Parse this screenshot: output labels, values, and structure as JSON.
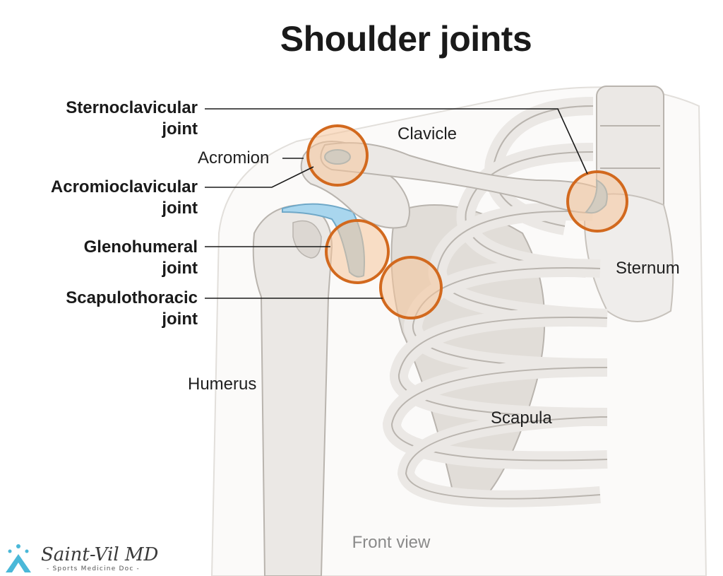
{
  "title": "Shoulder joints",
  "joints": [
    {
      "line1": "Sternoclavicular",
      "line2": "joint"
    },
    {
      "line1": "Acromioclavicular",
      "line2": "joint"
    },
    {
      "line1": "Glenohumeral",
      "line2": "joint"
    },
    {
      "line1": "Scapulothoracic",
      "line2": "joint"
    }
  ],
  "anatomy_labels": {
    "acromion": "Acromion",
    "clavicle": "Clavicle",
    "sternum": "Sternum",
    "humerus": "Humerus",
    "scapula": "Scapula"
  },
  "caption": "Front view",
  "logo": {
    "name": "Saint-Vil MD",
    "tagline": "- Sports Medicine Doc -"
  },
  "colors": {
    "joint_circle": "#d2691e",
    "joint_fill": "#f6c49a",
    "cartilage": "#a9d6ee",
    "bone": "#ebe8e5",
    "bone_outline": "#b9b4ae",
    "logo_accent": "#4ab8d8"
  }
}
